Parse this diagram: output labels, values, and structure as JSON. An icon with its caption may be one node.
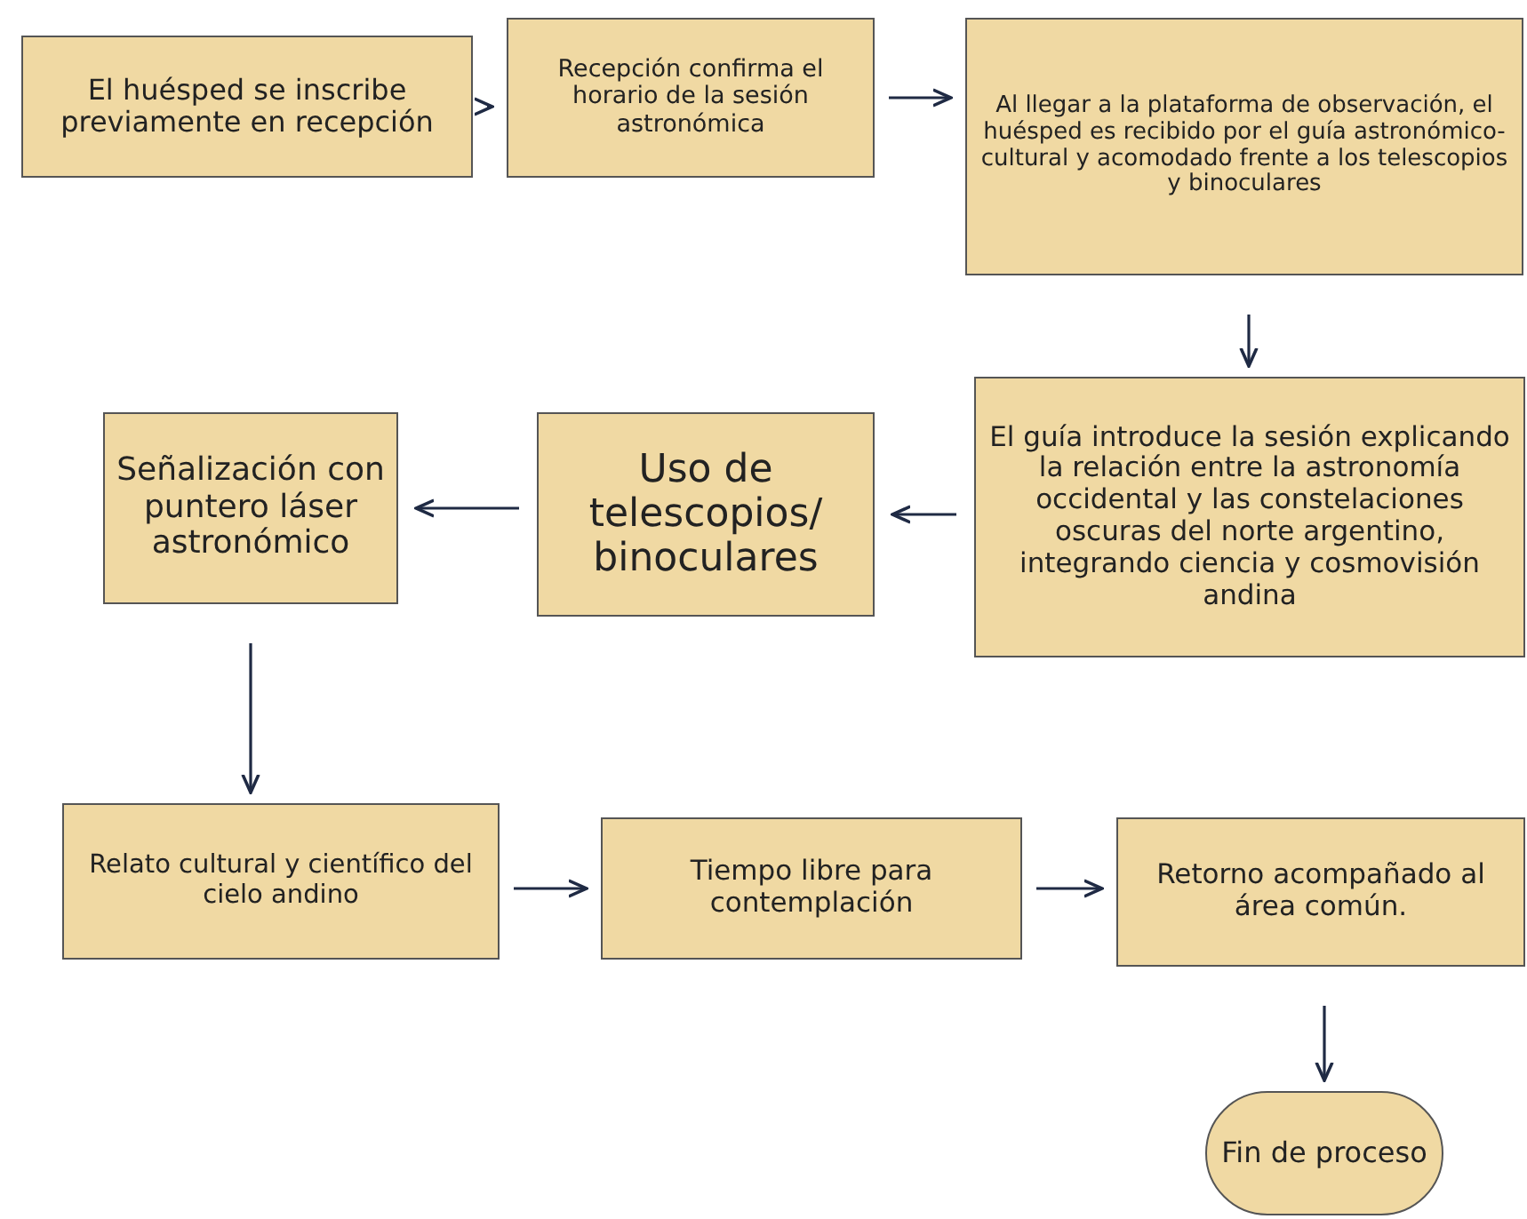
{
  "diagram": {
    "nodes": [
      {
        "text": [
          "El huésped se inscribe previamente en recepción"
        ]
      },
      {
        "text": [
          "Recepción confirma el horario de la sesión astronómica"
        ]
      },
      {
        "text": [
          "Al llegar a la plataforma de observación, el huésped es recibido por el guía astronómico-cultural y acomodado frente a los telescopios y binoculares"
        ]
      },
      {
        "text": [
          "El guía introduce la sesión explicando la relación entre la astronomía occidental y las constelaciones oscuras del norte argentino, integrando ciencia y cosmovisión andina"
        ]
      },
      {
        "text": [
          "Uso de telescopios/ binoculares"
        ]
      },
      {
        "text": [
          "Señalización con puntero láser astronómico"
        ]
      },
      {
        "text": [
          "Relato cultural y científico del cielo andino"
        ]
      },
      {
        "text": [
          "Tiempo libre para contemplación"
        ]
      },
      {
        "text": [
          "Retorno acompañado al área común."
        ]
      },
      {
        "text": [
          "Fin de proceso"
        ]
      }
    ],
    "edges": [
      {
        "from": 0,
        "to": 1,
        "arrow": "to"
      },
      {
        "from": 1,
        "to": 2,
        "arrow": "to"
      },
      {
        "from": 2,
        "to": 3,
        "arrow": "to"
      },
      {
        "from": 3,
        "to": 4,
        "arrow": "to"
      },
      {
        "from": 4,
        "to": 5,
        "arrow": "to"
      },
      {
        "from": 5,
        "to": 6,
        "arrow": "to"
      },
      {
        "from": 6,
        "to": 7,
        "arrow": "to"
      },
      {
        "from": 7,
        "to": 8,
        "arrow": "to"
      },
      {
        "from": 8,
        "to": 9,
        "arrow": "to"
      }
    ]
  }
}
